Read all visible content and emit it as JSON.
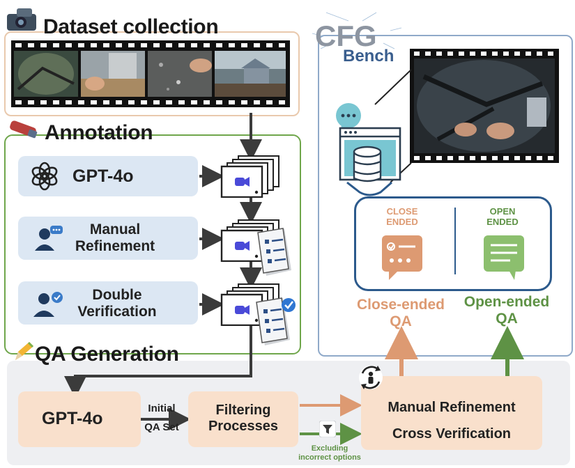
{
  "sections": {
    "dataset": "Dataset collection",
    "annotation": "Annotation",
    "qa_generation": "QA Generation"
  },
  "logo": {
    "top": "CFG",
    "bottom": "Bench"
  },
  "annotation_steps": [
    {
      "label": "GPT-4o"
    },
    {
      "label_line1": "Manual",
      "label_line2": "Refinement"
    },
    {
      "label_line1": "Double",
      "label_line2": "Verification"
    }
  ],
  "qa_flow": {
    "gpt": "GPT-4o",
    "arrow_label_line1": "Initial",
    "arrow_label_line2": "QA Set",
    "filter_line1": "Filtering",
    "filter_line2": "Processes",
    "excluding_line1": "Excluding",
    "excluding_line2": "incorrect options",
    "manual_line1": "Manual Refinement",
    "manual_line2": "Cross Verification"
  },
  "bench": {
    "close_card_line1": "CLOSE",
    "close_card_line2": "ENDED",
    "open_card_line1": "OPEN",
    "open_card_line2": "ENDED",
    "close_qa_line1": "Close-ended",
    "close_qa_line2": "QA",
    "open_qa_line1": "Open-ended",
    "open_qa_line2": "QA"
  },
  "colors": {
    "dataset_border": "#e9c9ad",
    "annotation_border": "#6fa64b",
    "bench_border": "#8fa9c9",
    "qa_panel_bg": "#eeeff2",
    "step_box": "#dce7f3",
    "peach_box": "#f9e0cc",
    "close_orange": "#dd9a72",
    "open_green": "#5e9245",
    "dark_arrow": "#3b3b3b",
    "db_teal": "#79c6d2"
  },
  "icons": [
    "camera-icon",
    "openai-logo-icon",
    "user-chat-icon",
    "user-verify-icon",
    "video-frame-icon",
    "checklist-icon",
    "database-icon",
    "chat-bubble-icon",
    "close-ended-card-icon",
    "open-ended-card-icon",
    "funnel-icon",
    "person-cycle-icon",
    "pencil-icon",
    "marker-icon"
  ]
}
